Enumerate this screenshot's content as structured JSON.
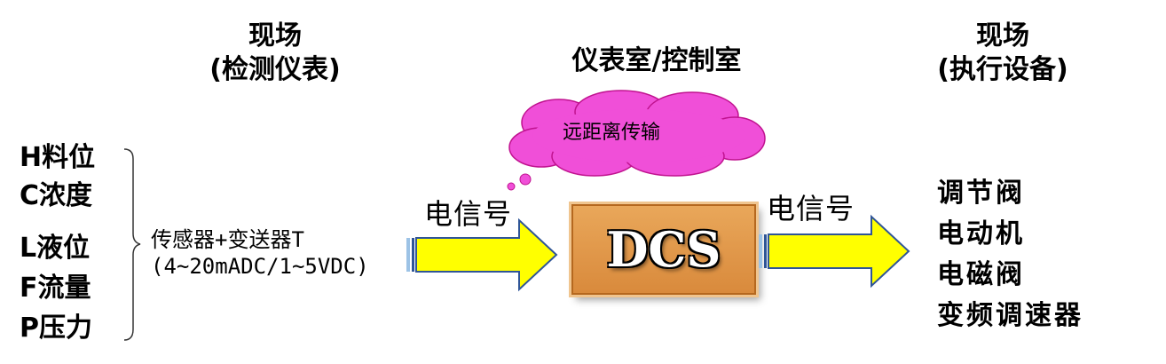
{
  "headers": {
    "field_left_line1": "现场",
    "field_left_line2": "(检测仪表)",
    "control_room": "仪表室/控制室",
    "field_right_line1": "现场",
    "field_right_line2": "(执行设备)"
  },
  "measurements": [
    "H料位",
    "C浓度",
    "L液位",
    "F流量",
    "P压力"
  ],
  "sensor": {
    "line1": "传感器+变送器T",
    "line2": "(4~20mADC/1~5VDC)"
  },
  "signal_left": "电信号",
  "signal_right": "电信号",
  "cloud_label": "远距离传输",
  "dcs_label": "DCS",
  "actuators": [
    "调节阀",
    "电动机",
    "电磁阀",
    "变频调速器"
  ],
  "colors": {
    "arrow_fill": "#ffff00",
    "arrow_stroke": "#2f5597",
    "cloud_fill": "#f04fd8",
    "dcs_fill": "#e09a4b"
  }
}
